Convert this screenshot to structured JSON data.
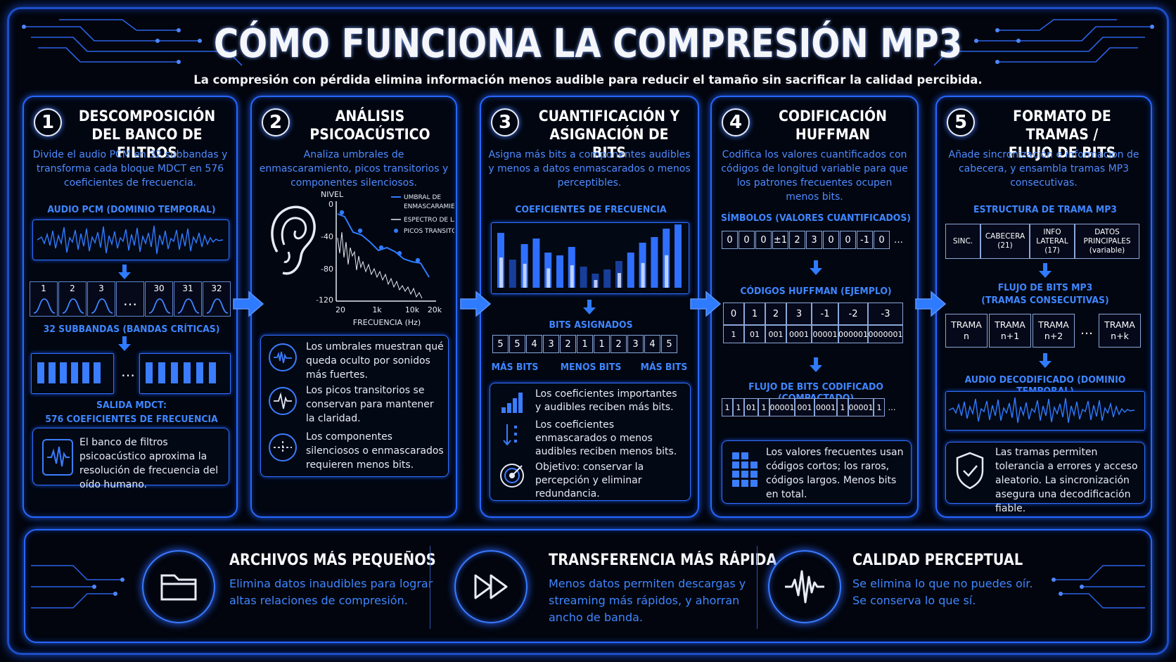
{
  "title": "CÓMO FUNCIONA LA COMPRESIÓN MP3",
  "subtitle": "La compresión con pérdida elimina información menos audible para reducir el tamaño sin sacrificar la calidad percibida.",
  "colors": {
    "accent": "#2767ff",
    "text_blue": "#3f86ff",
    "background": "#02050d"
  },
  "steps": [
    {
      "num": "1",
      "title_l1": "DESCOMPOSICIÓN",
      "title_l2": "DEL BANCO DE FILTROS",
      "desc": "Divide el audio PCM en 32 subbandas y transforma cada bloque MDCT en 576 coeficientes de frecuencia.",
      "label_pcm": "AUDIO PCM (DOMINIO TEMPORAL)",
      "subbands": [
        "1",
        "2",
        "3",
        "…",
        "30",
        "31",
        "32"
      ],
      "label_subbands": "32 SUBBANDAS (BANDAS CRÍTICAS)",
      "label_mdct_l1": "SALIDA MDCT:",
      "label_mdct_l2": "576 COEFICIENTES DE FRECUENCIA",
      "note": "El banco de filtros psicoacústico aproxima la resolución de frecuencia del oído humano."
    },
    {
      "num": "2",
      "title_l1": "ANÁLISIS",
      "title_l2": "PSICOACÚSTICO",
      "desc": "Analiza umbrales de enmascaramiento, picos transitorios y componentes silenciosos.",
      "ylabel": "NIVEL",
      "xlabel": "FRECUENCIA (Hz)",
      "yticks": [
        "0",
        "-40",
        "-80",
        "-120"
      ],
      "xticks": [
        "20",
        "1k",
        "10k",
        "20k"
      ],
      "legend": [
        "UMBRAL DE",
        "ENMASCARAMIENTO",
        "ESPECTRO DE LA SEÑAL",
        "PICOS TRANSITORIOS"
      ],
      "notes": [
        "Los umbrales muestran qué queda oculto por sonidos más fuertes.",
        "Los picos transitorios se conservan para mantener la claridad.",
        "Los componentes silenciosos o enmascarados requieren menos bits."
      ]
    },
    {
      "num": "3",
      "title_l1": "CUANTIFICACIÓN Y",
      "title_l2": "ASIGNACIÓN DE BITS",
      "desc": "Asigna más bits a componentes audibles y menos a datos enmascarados o menos perceptibles.",
      "label_coef": "COEFICIENTES DE FRECUENCIA",
      "label_bits": "BITS ASIGNADOS",
      "bits": [
        "5",
        "5",
        "4",
        "3",
        "2",
        "1",
        "1",
        "2",
        "3",
        "4",
        "5"
      ],
      "more_l": "MÁS BITS",
      "less": "MENOS BITS",
      "more_r": "MÁS BITS",
      "notes": [
        "Los coeficientes importantes y audibles reciben más bits.",
        "Los coeficientes enmascarados o menos audibles reciben menos bits.",
        "Objetivo: conservar la percepción y eliminar redundancia."
      ]
    },
    {
      "num": "4",
      "title_l1": "CODIFICACIÓN",
      "title_l2": "HUFFMAN",
      "desc": "Codifica los valores cuantificados con códigos de longitud variable para que los patrones frecuentes ocupen menos bits.",
      "label_sym": "SÍMBOLOS (VALORES CUANTIFICADOS)",
      "symbols": [
        "0",
        "0",
        "0",
        "±1",
        "2",
        "3",
        "0",
        "0",
        "-1",
        "0",
        "…"
      ],
      "label_codes": "CÓDIGOS HUFFMAN (EJEMPLO)",
      "code_vals": [
        "0",
        "1",
        "2",
        "3",
        "-1",
        "-2",
        "-3"
      ],
      "code_bits": [
        "1",
        "01",
        "001",
        "0001",
        "00001",
        "000001",
        "0000001"
      ],
      "label_stream": "FLUJO DE BITS CODIFICADO (COMPACTADO)",
      "stream": [
        "1",
        "1",
        "01",
        "1",
        "00001",
        "001",
        "0001",
        "1",
        "00001",
        "1",
        "…"
      ],
      "note": "Los valores frecuentes usan códigos cortos; los raros, códigos largos. Menos bits en total."
    },
    {
      "num": "5",
      "title_l1": "FORMATO DE TRAMAS /",
      "title_l2": "FLUJO DE BITS",
      "desc": "Añade sincronización e informacion de cabecera, y ensambla tramas MP3 consecutivas.",
      "label_struct": "ESTRUCTURA DE TRAMA MP3",
      "frame_parts": [
        {
          "a": "SINC.",
          "b": ""
        },
        {
          "a": "CABECERA",
          "b": "(21)"
        },
        {
          "a": "INFO LATERAL",
          "b": "(17)"
        },
        {
          "a": "DATOS PRINCIPALES",
          "b": "(variable)"
        }
      ],
      "label_stream_l1": "FLUJO DE BITS MP3",
      "label_stream_l2": "(TRAMAS CONSECUTIVAS)",
      "frames": [
        {
          "a": "TRAMA",
          "b": "n"
        },
        {
          "a": "TRAMA",
          "b": "n+1"
        },
        {
          "a": "TRAMA",
          "b": "n+2"
        },
        {
          "a": "…",
          "b": ""
        },
        {
          "a": "TRAMA",
          "b": "n+k"
        }
      ],
      "label_decoded": "AUDIO DECODIFICADO (DOMINIO TEMPORAL)",
      "note": "Las tramas permiten tolerancia a errores y acceso aleatorio. La sincronización asegura una decodificación fiable."
    }
  ],
  "benefits": [
    {
      "title": "ARCHIVOS MÁS PEQUEÑOS",
      "text_l1": "Elimina datos inaudibles para lograr",
      "text_l2": "altas relaciones de compresión.",
      "text_l3": "",
      "icon": "folder-icon"
    },
    {
      "title": "TRANSFERENCIA MÁS RÁPIDA",
      "text_l1": "Menos datos permiten descargas y",
      "text_l2": "streaming más rápidos, y ahorran",
      "text_l3": "ancho de banda.",
      "icon": "fast-forward-icon"
    },
    {
      "title": "CALIDAD PERCEPTUAL",
      "text_l1": "Se elimina lo que no puedes oír.",
      "text_l2": "Se conserva lo que sí.",
      "text_l3": "",
      "icon": "waveform-icon"
    }
  ]
}
